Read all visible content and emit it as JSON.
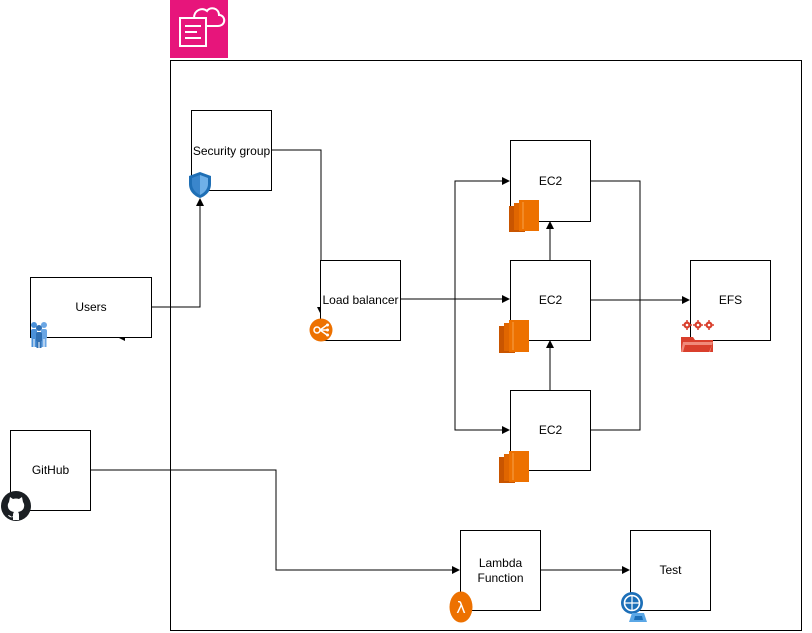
{
  "nodes": {
    "security_group": "Security group",
    "users": "Users",
    "github": "GitHub",
    "load_balancer": "Load balancer",
    "ec2_top": "EC2",
    "ec2_mid": "EC2",
    "ec2_bottom": "EC2",
    "efs": "EFS",
    "lambda": "Lambda\nFunction",
    "test": "Test"
  },
  "icons": {
    "cloud_group": "cloud-formation-icon",
    "security_group": "shield-icon",
    "users": "users-icon",
    "github": "github-icon",
    "load_balancer": "load-balancer-icon",
    "ec2": "ec2-instance-icon",
    "efs": "efs-icon",
    "lambda": "lambda-icon",
    "test": "test-icon"
  },
  "colors": {
    "cloud_group": "#e7157b",
    "aws_orange": "#ed7100",
    "efs_red": "#d93f2c",
    "shield_blue": "#1f6fb5",
    "users_blue": "#4a90d9",
    "test_blue": "#1c6fb8"
  }
}
